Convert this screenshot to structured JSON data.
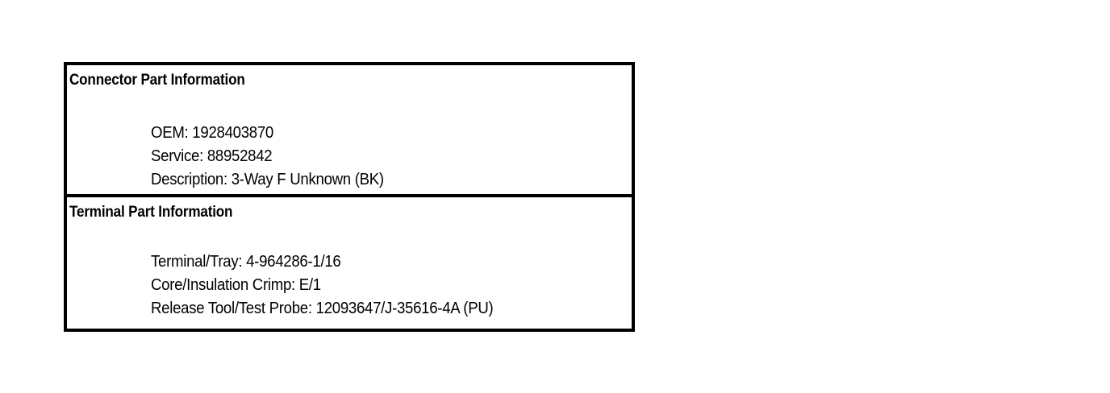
{
  "card": {
    "panels": [
      {
        "id": "connector",
        "title": "Connector Part Information",
        "details": [
          "OEM: 1928403870",
          "Service: 88952842",
          "Description: 3-Way F Unknown (BK)"
        ]
      },
      {
        "id": "terminal",
        "title": "Terminal Part Information",
        "details": [
          "Terminal/Tray: 4-964286-1/16",
          "Core/Insulation Crimp: E/1",
          "Release Tool/Test Probe: 12093647/J-35616-4A (PU)"
        ]
      }
    ]
  },
  "colors": {
    "background": "#ffffff",
    "border": "#000000",
    "text": "#000000"
  }
}
